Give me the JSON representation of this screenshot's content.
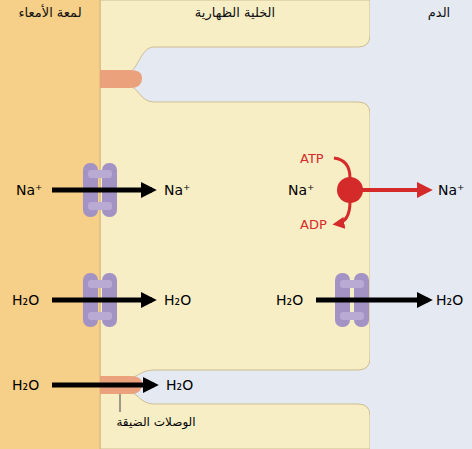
{
  "diagram": {
    "nodes": [
      {
        "text": [
          "لمعة الأمعاء"
        ]
      },
      {
        "text": [
          "الخلية الظهارية"
        ]
      },
      {
        "text": [
          "الدم"
        ]
      }
    ],
    "labels": [
      "ATP",
      "Na⁺",
      "Na⁺",
      "Na⁺",
      "Na⁺",
      "ADP",
      "H₂O",
      "H₂O",
      "H₂O",
      "H₂O",
      "H₂O",
      "H₂O",
      "الوصلات الضيقة"
    ]
  }
}
